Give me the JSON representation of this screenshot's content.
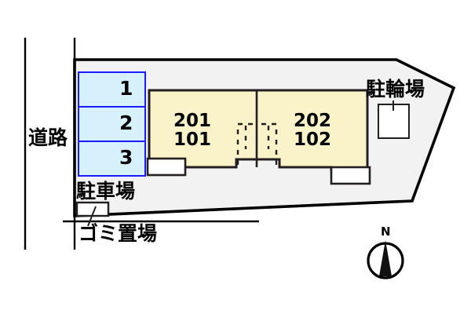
{
  "diagram": {
    "title_kind": "property-site-plan",
    "colors": {
      "site_fill": "#f2f2f2",
      "site_stroke": "#000000",
      "building_fill": "#faf2c8",
      "building_stroke": "#231f20",
      "stall_fill": "#d6f0fc",
      "stall_stroke": "#1a1aff",
      "box_fill": "#ffffff",
      "box_stroke": "#231f20",
      "text": "#000000"
    }
  },
  "road": {
    "label": "道路"
  },
  "parking": {
    "label": "駐車場",
    "stalls": [
      {
        "number": "1"
      },
      {
        "number": "2"
      },
      {
        "number": "3"
      }
    ]
  },
  "garbage": {
    "label": "ゴミ置場"
  },
  "bicycle": {
    "label": "駐輪場"
  },
  "building": {
    "units": [
      {
        "upper": "201",
        "lower": "101"
      },
      {
        "upper": "202",
        "lower": "102"
      }
    ]
  },
  "compass": {
    "north_label": "N"
  }
}
